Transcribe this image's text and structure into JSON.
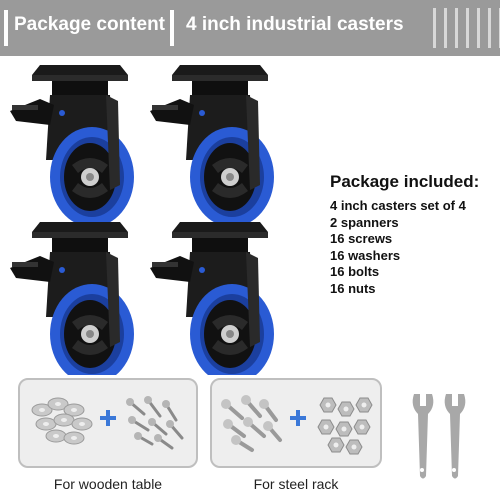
{
  "header": {
    "title_left": "Package content",
    "title_right": "4 inch industrial casters"
  },
  "package": {
    "title": "Package included:",
    "items": [
      "4 inch casters set of 4",
      "2 spanners",
      "16 screws",
      "16 washers",
      "16 bolts",
      "16 nuts"
    ]
  },
  "kits": [
    {
      "label": "For wooden table"
    },
    {
      "label": "For steel rack"
    }
  ],
  "colors": {
    "header_gray": "#9a9a9a",
    "wheel_blue": "#2a5bd4",
    "plus_blue": "#3b78d8"
  }
}
